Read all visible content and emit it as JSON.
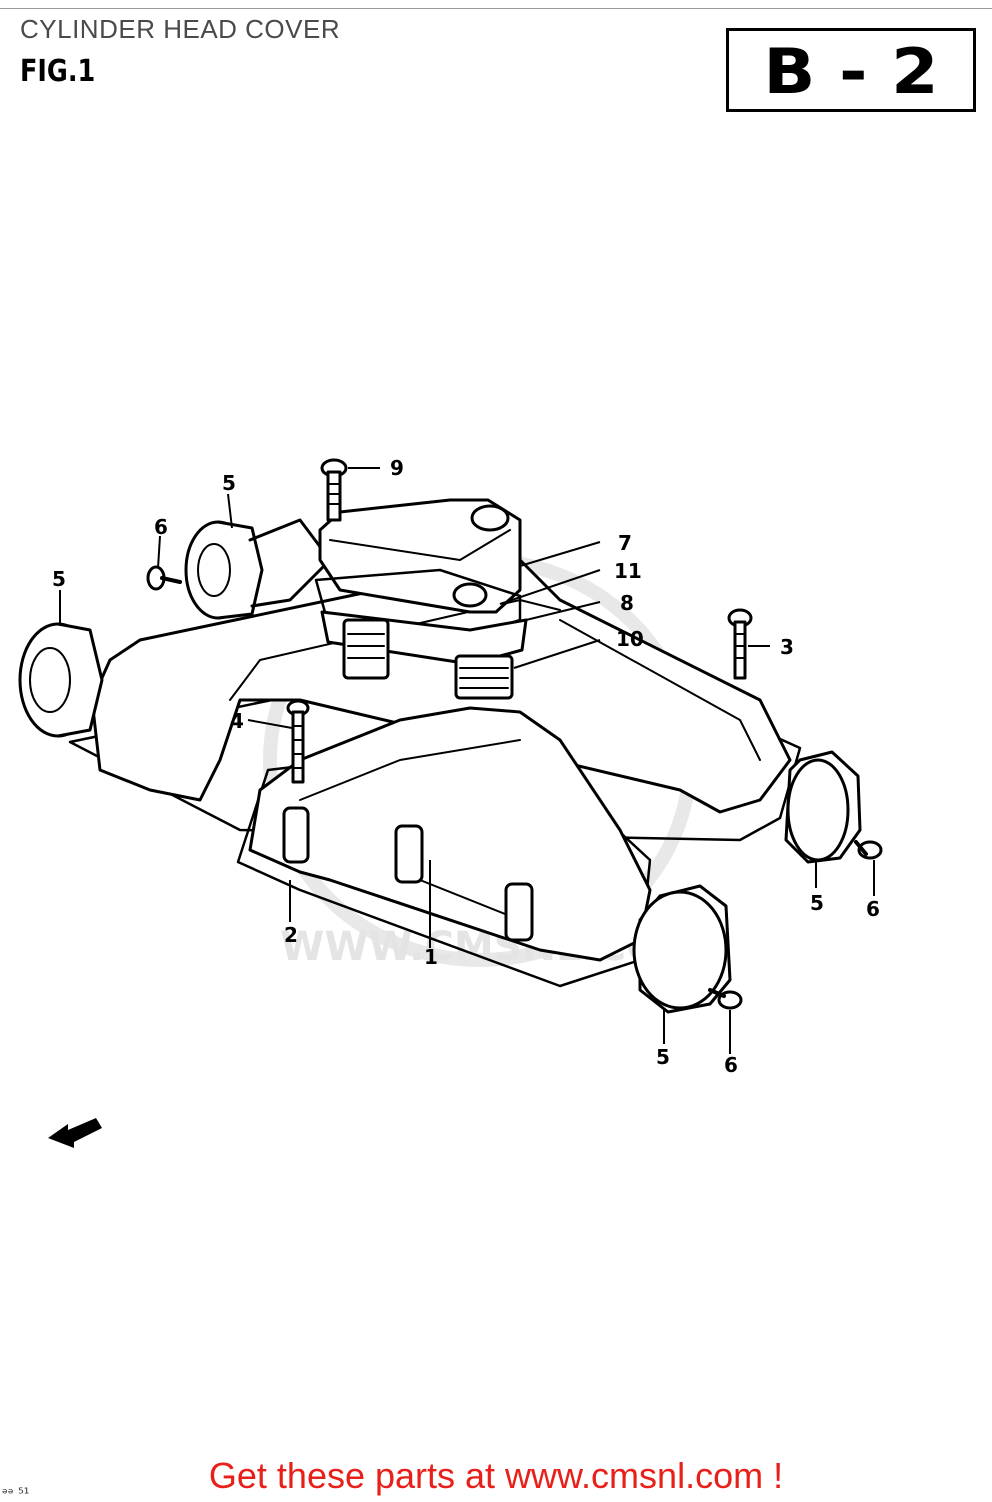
{
  "header": {
    "title": "CYLINDER HEAD COVER",
    "figure": "FIG.1",
    "section_code": "B - 2"
  },
  "callouts": [
    {
      "id": "1",
      "label": "1"
    },
    {
      "id": "2",
      "label": "2"
    },
    {
      "id": "3",
      "label": "3"
    },
    {
      "id": "4",
      "label": "4"
    },
    {
      "id": "5a",
      "label": "5"
    },
    {
      "id": "5b",
      "label": "5"
    },
    {
      "id": "5c",
      "label": "5"
    },
    {
      "id": "5d",
      "label": "5"
    },
    {
      "id": "6a",
      "label": "6"
    },
    {
      "id": "6b",
      "label": "6"
    },
    {
      "id": "6c",
      "label": "6"
    },
    {
      "id": "7",
      "label": "7"
    },
    {
      "id": "8",
      "label": "8"
    },
    {
      "id": "9",
      "label": "9"
    },
    {
      "id": "10",
      "label": "10"
    },
    {
      "id": "11",
      "label": "11"
    }
  ],
  "watermark": {
    "text": "WWW.CMSNL.COM"
  },
  "footer": {
    "cta": "Get these parts at www.cmsnl.com !"
  },
  "colors": {
    "cta": "#e8201a",
    "ink": "#000000",
    "watermark": "#e2e2e2"
  }
}
